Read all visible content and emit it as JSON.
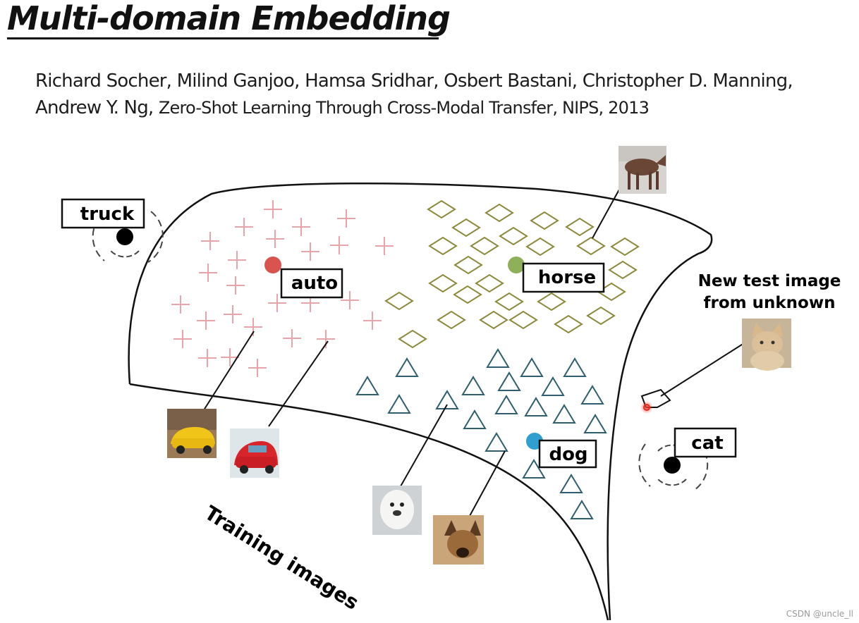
{
  "title": "Multi-domain Embedding",
  "citation": {
    "authors": "Richard Socher, Milind Ganjoo, Hamsa Sridhar, Osbert Bastani, Christopher D. Manning, Andrew Y. Ng,",
    "paper": "Zero-Shot Learning Through Cross-Modal Transfer, NIPS, 2013"
  },
  "labels": {
    "truck": "truck",
    "auto": "auto",
    "horse": "horse",
    "dog": "dog",
    "cat": "cat",
    "new_test_line1": "New test image",
    "new_test_line2": "from unknown",
    "training": "Training images"
  },
  "colors": {
    "auto_cluster": "#e8a4a8",
    "horse_cluster": "#8b8a3c",
    "dog_cluster": "#2f5f6e",
    "auto_center": "#d9534f",
    "horse_center": "#8fb05a",
    "dog_center": "#2f9fd0",
    "test_point": "#e8281e"
  },
  "watermark": "CSDN @uncle_ll"
}
